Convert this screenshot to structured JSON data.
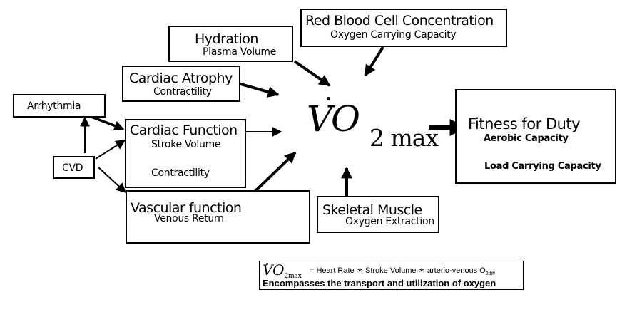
{
  "nodes": {
    "red_blood_cell": {
      "title": "Red Blood Cell Concentration",
      "subtitle": "Oxygen Carrying Capacity"
    },
    "hydration": {
      "title": "Hydration",
      "subtitle": "Plasma Volume"
    },
    "cardiac_atrophy": {
      "title": "Cardiac Atrophy",
      "subtitle": "Contractility"
    },
    "arrhythmia": {
      "title": "Arrhythmia"
    },
    "cvd": {
      "title": "CVD"
    },
    "cardiac_function": {
      "title": "Cardiac Function",
      "subtitle_1": "Stroke Volume",
      "subtitle_2": "Contractility"
    },
    "vascular_function": {
      "title": "Vascular function",
      "subtitle": "Venous Return"
    },
    "skeletal_muscle": {
      "title": "Skeletal Muscle",
      "subtitle": "Oxygen Extraction"
    },
    "fitness": {
      "title": "Fitness for Duty",
      "subtitle_1": "Aerobic Capacity",
      "subtitle_2": "Load Carrying Capacity"
    }
  },
  "center": {
    "v": "V",
    "o": "O",
    "subscript": "2 max"
  },
  "formula": {
    "lhs_v": "V",
    "lhs_o": "O",
    "lhs_sub": "2max",
    "rhs": "= Heart Rate ∗ Stroke Volume ∗ arterio-venous O",
    "rhs_sub": "2diff",
    "caption": "Encompasses the transport and utilization of oxygen"
  },
  "edges": [
    {
      "from": "Hydration",
      "to": "VO2max"
    },
    {
      "from": "Red Blood Cell Concentration",
      "to": "VO2max"
    },
    {
      "from": "Cardiac Atrophy",
      "to": "VO2max"
    },
    {
      "from": "Cardiac Function",
      "to": "VO2max"
    },
    {
      "from": "Vascular function",
      "to": "VO2max"
    },
    {
      "from": "Skeletal Muscle",
      "to": "VO2max"
    },
    {
      "from": "VO2max",
      "to": "Fitness for Duty"
    },
    {
      "from": "CVD",
      "to": "Arrhythmia"
    },
    {
      "from": "CVD",
      "to": "Cardiac Function"
    },
    {
      "from": "CVD",
      "to": "Vascular function"
    },
    {
      "from": "Arrhythmia",
      "to": "Cardiac Function"
    }
  ]
}
